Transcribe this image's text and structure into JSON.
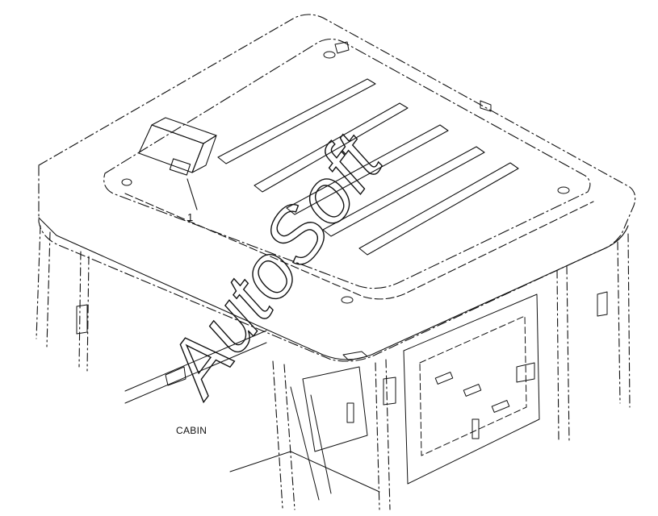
{
  "diagram": {
    "part_callout": "1",
    "assembly_label": "CABIN",
    "watermark": "AutoSoft",
    "colors": {
      "line": "#111111",
      "background": "#ffffff",
      "watermark_outline": "#111111"
    }
  }
}
